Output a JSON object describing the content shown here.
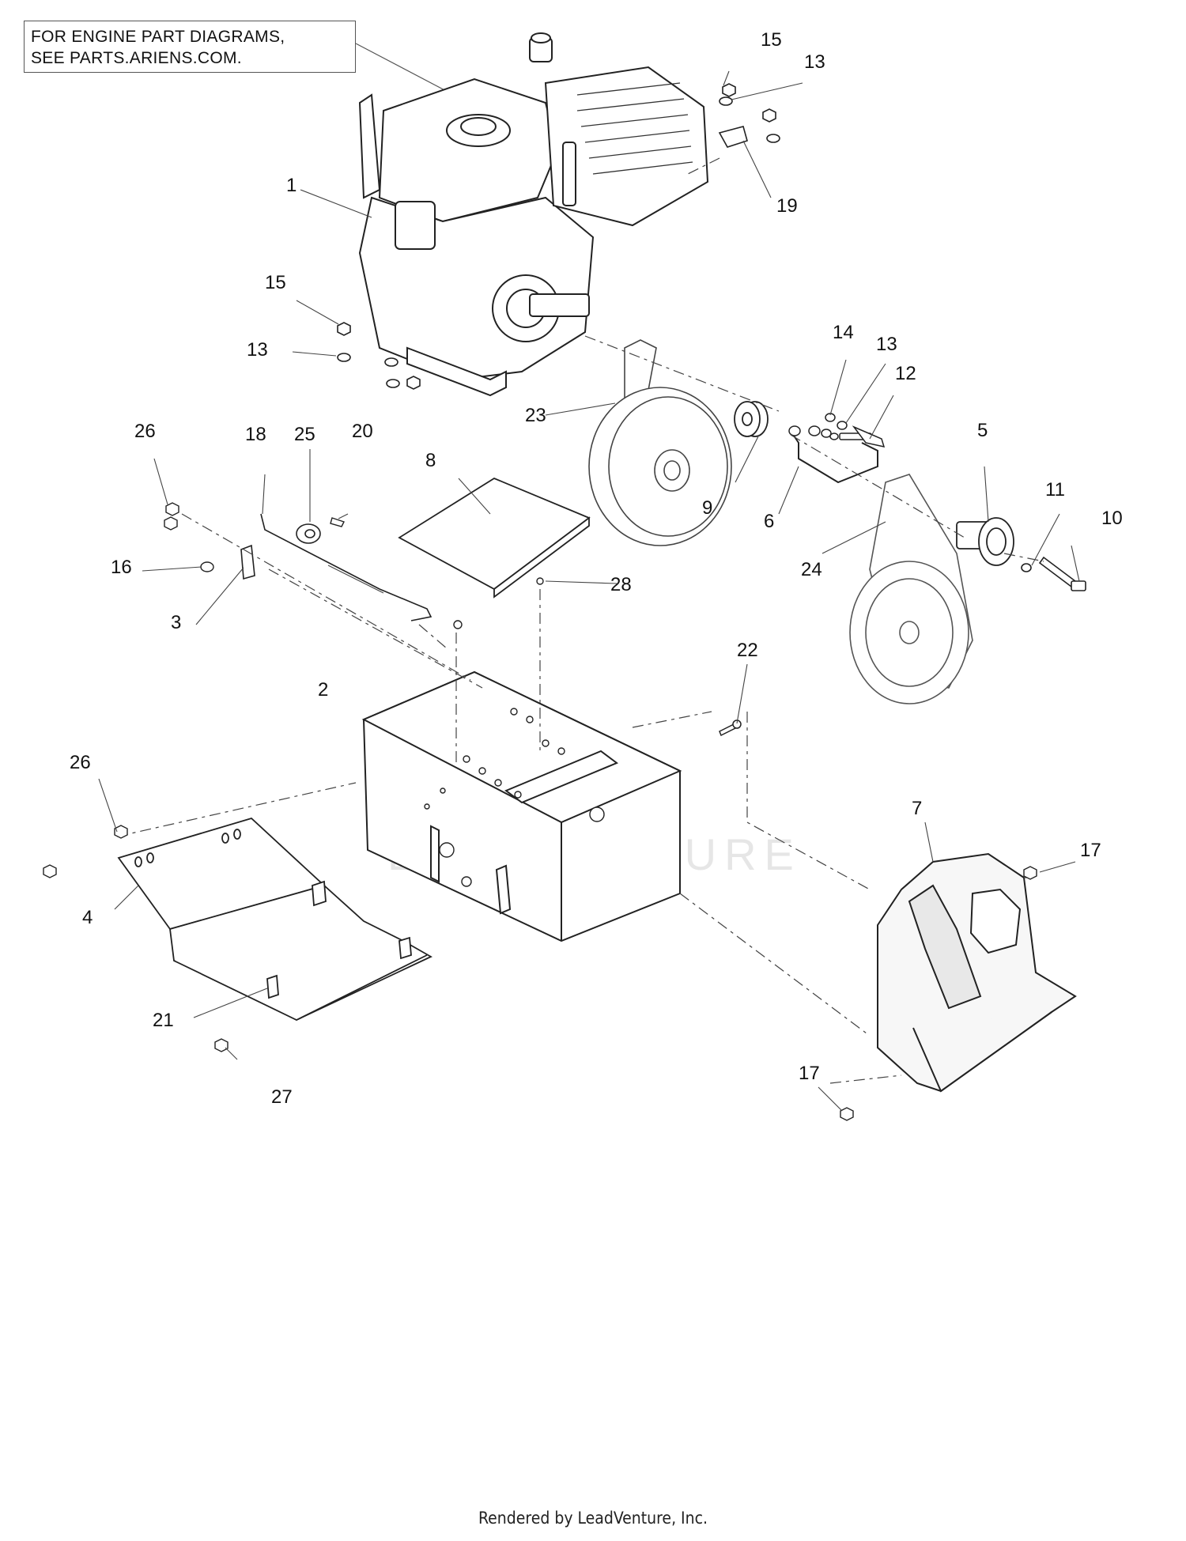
{
  "note": {
    "line1": "FOR ENGINE PART DIAGRAMS,",
    "line2": "SEE PARTS.ARIENS.COM."
  },
  "watermark": "LEADVENTURE",
  "footer": "Rendered by LeadVenture, Inc.",
  "callouts": {
    "c1": "1",
    "c2": "2",
    "c3": "3",
    "c4": "4",
    "c5": "5",
    "c6": "6",
    "c7": "7",
    "c8": "8",
    "c9": "9",
    "c10": "10",
    "c11": "11",
    "c12": "12",
    "c13a": "13",
    "c13b": "13",
    "c13c": "13",
    "c14": "14",
    "c15a": "15",
    "c15b": "15",
    "c16": "16",
    "c17a": "17",
    "c17b": "17",
    "c18": "18",
    "c19": "19",
    "c20": "20",
    "c21": "21",
    "c22": "22",
    "c23": "23",
    "c24": "24",
    "c25": "25",
    "c26a": "26",
    "c26b": "26",
    "c27": "27",
    "c28": "28"
  }
}
